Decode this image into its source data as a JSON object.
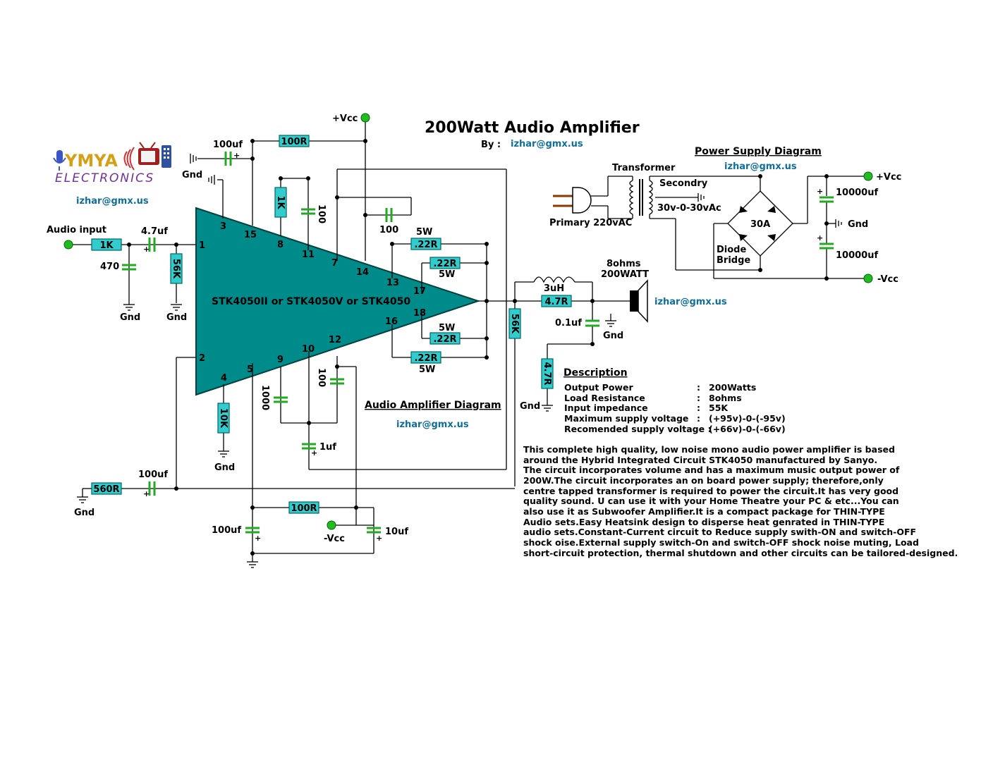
{
  "title": "200Watt Audio Amplifier",
  "byline": {
    "label": "By :",
    "email": "izhar@gmx.us"
  },
  "logo": {
    "word": "YMYA",
    "sub": "ELECTRONICS",
    "email": "izhar@gmx.us"
  },
  "amp": {
    "ic_label": "STK4050II or STK4050V or STK4050",
    "pins": [
      "1",
      "2",
      "3",
      "4",
      "5",
      "8",
      "9",
      "10",
      "11",
      "12",
      "13",
      "14",
      "15",
      "16",
      "17",
      "18",
      "7"
    ],
    "diagram_caption": "Audio Amplifier Diagram",
    "diagram_email": "izhar@gmx.us"
  },
  "labels": {
    "vcc_top": "+Vcc",
    "neg_vcc": "-Vcc",
    "gnd": "Gnd",
    "audio_input": "Audio input",
    "r_1k": "1K",
    "r_56k": "56K",
    "r_100r": "100R",
    "r_1k_v": "1K",
    "r_22r": ".22R",
    "r_10k": "10K",
    "r_560r": "560R",
    "r_47r": "4.7R",
    "r_56k_out": "56K",
    "c_47uf": "4.7uf",
    "c_470": "470",
    "c_100uf": "100uf",
    "c_100": "100",
    "c_1000": "1000",
    "c_1uf": "1uf",
    "c_10uf": "10uf",
    "c_01uf": "0.1uf",
    "w5": "5W",
    "l_3uh": "3uH",
    "speaker_ohms": "8ohms",
    "speaker_watt": "200WATT",
    "speaker_email": "izhar@gmx.us"
  },
  "power_supply": {
    "title": "Power Supply Diagram",
    "email": "izhar@gmx.us",
    "transformer": "Transformer",
    "secondry": "Secondry",
    "secondary_v": "30v-0-30vAc",
    "primary": "Primary 220vAC",
    "bridge_a": "30A",
    "diode": "Diode",
    "bridge": "Bridge",
    "cap": "10000uf",
    "vcc": "+Vcc",
    "nvcc": "-Vcc",
    "gnd": "Gnd"
  },
  "description": {
    "title": "Description",
    "rows": [
      {
        "k": "Output Power",
        "v": "200Watts"
      },
      {
        "k": "Load Resistance",
        "v": "8ohms"
      },
      {
        "k": "Input impedance",
        "v": "55K"
      },
      {
        "k": "Maximum supply voltage",
        "v": "(+95v)-0-(-95v)"
      },
      {
        "k": "Recomended supply voltage :",
        "v": "(+66v)-0-(-66v)"
      }
    ],
    "paragraph": [
      "This complete high quality, low noise mono audio power amplifier is based",
      "around the  Hybrid Integrated Circuit STK4050 manufactured by Sanyo.",
      "The circuit incorporates volume and has a maximum music output power of",
      "200W.The  circuit incorporates an on board power supply; therefore,only",
      "centre tapped transformer is required to power the circuit.It has very good",
      "quality  sound. U can use it with your Home Theatre your PC  & etc...You can",
      "also use it as Subwoofer Amplifier.It is a compact package for THIN-TYPE",
      "Audio  sets.Easy Heatsink design to disperse heat genrated in THIN-TYPE",
      "audio sets.Constant-Current circuit to Reduce supply swith-ON and switch-OFF",
      "shock oise.External supply switch-On and switch-OFF shock noise muting, Load",
      "short-circuit protection, thermal shutdown and other circuits can be tailored-designed."
    ]
  }
}
